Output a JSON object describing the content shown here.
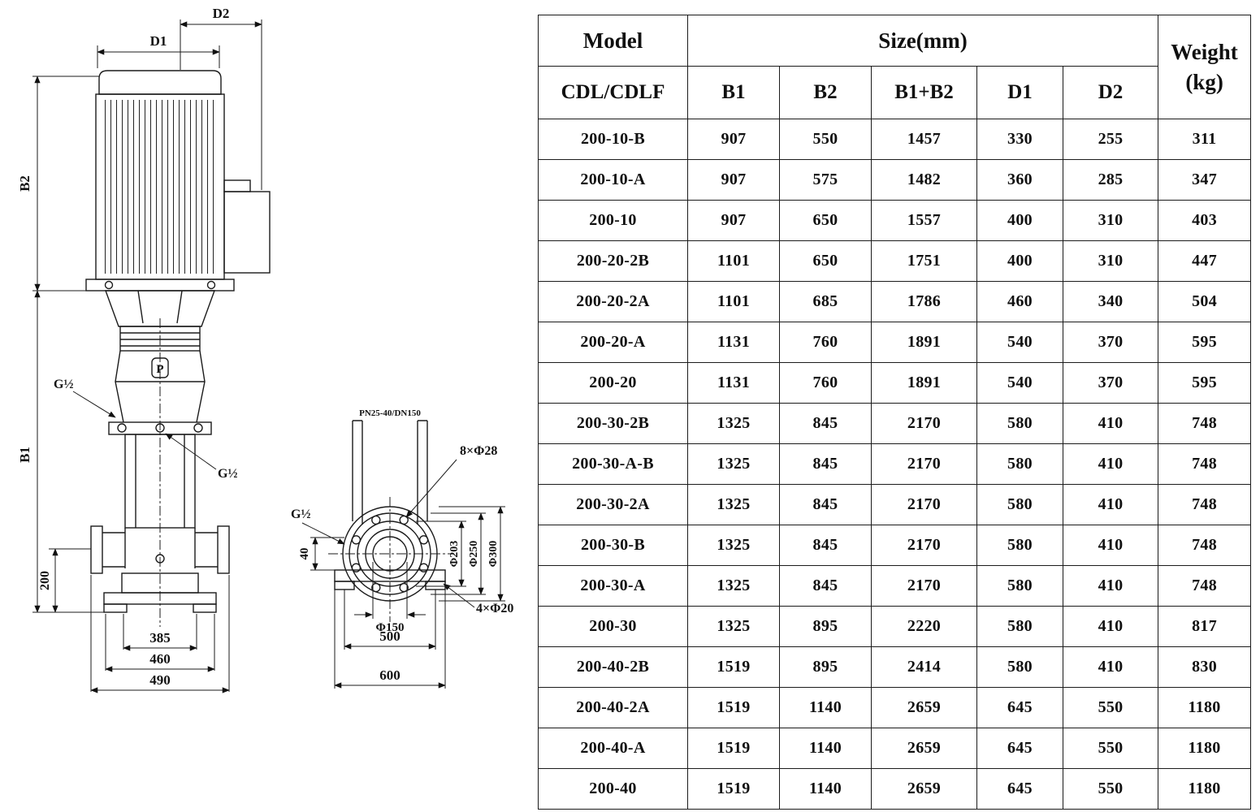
{
  "drawing": {
    "front": {
      "dim_d2": "D2",
      "dim_d1": "D1",
      "dim_b2": "B2",
      "dim_b1": "B1",
      "g_half_upper": "G½",
      "g_half_lower": "G½",
      "dim_200": "200",
      "dim_385": "385",
      "dim_460": "460",
      "dim_490": "490",
      "logo": "P"
    },
    "plan": {
      "pn_label": "PN25-40/DN150",
      "bolts_top": "8×Φ28",
      "g_half": "G½",
      "dim_40": "40",
      "phi_203": "Φ203",
      "phi_250": "Φ250",
      "phi_300": "Φ300",
      "phi_150": "Φ150",
      "bolts_bottom": "4×Φ20",
      "dim_500": "500",
      "dim_600": "600"
    }
  },
  "table": {
    "header": {
      "model": "Model",
      "model_sub": "CDL/CDLF",
      "size_group": "Size(mm)",
      "size_columns": [
        "B1",
        "B2",
        "B1+B2",
        "D1",
        "D2"
      ],
      "weight": "Weight",
      "weight_unit": "(kg)"
    },
    "rows": [
      [
        "200-10-B",
        "907",
        "550",
        "1457",
        "330",
        "255",
        "311"
      ],
      [
        "200-10-A",
        "907",
        "575",
        "1482",
        "360",
        "285",
        "347"
      ],
      [
        "200-10",
        "907",
        "650",
        "1557",
        "400",
        "310",
        "403"
      ],
      [
        "200-20-2B",
        "1101",
        "650",
        "1751",
        "400",
        "310",
        "447"
      ],
      [
        "200-20-2A",
        "1101",
        "685",
        "1786",
        "460",
        "340",
        "504"
      ],
      [
        "200-20-A",
        "1131",
        "760",
        "1891",
        "540",
        "370",
        "595"
      ],
      [
        "200-20",
        "1131",
        "760",
        "1891",
        "540",
        "370",
        "595"
      ],
      [
        "200-30-2B",
        "1325",
        "845",
        "2170",
        "580",
        "410",
        "748"
      ],
      [
        "200-30-A-B",
        "1325",
        "845",
        "2170",
        "580",
        "410",
        "748"
      ],
      [
        "200-30-2A",
        "1325",
        "845",
        "2170",
        "580",
        "410",
        "748"
      ],
      [
        "200-30-B",
        "1325",
        "845",
        "2170",
        "580",
        "410",
        "748"
      ],
      [
        "200-30-A",
        "1325",
        "845",
        "2170",
        "580",
        "410",
        "748"
      ],
      [
        "200-30",
        "1325",
        "895",
        "2220",
        "580",
        "410",
        "817"
      ],
      [
        "200-40-2B",
        "1519",
        "895",
        "2414",
        "580",
        "410",
        "830"
      ],
      [
        "200-40-2A",
        "1519",
        "1140",
        "2659",
        "645",
        "550",
        "1180"
      ],
      [
        "200-40-A",
        "1519",
        "1140",
        "2659",
        "645",
        "550",
        "1180"
      ],
      [
        "200-40",
        "1519",
        "1140",
        "2659",
        "645",
        "550",
        "1180"
      ]
    ]
  }
}
